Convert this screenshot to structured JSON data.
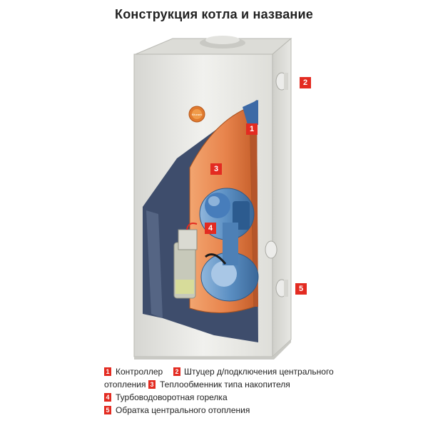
{
  "title": "Конструкция котла и название",
  "brand_logo": "Kiturami",
  "callouts": [
    {
      "number": "1"
    },
    {
      "number": "2"
    },
    {
      "number": "3"
    },
    {
      "number": "4"
    },
    {
      "number": "5"
    }
  ],
  "legend": [
    {
      "number": "1",
      "label": "Контроллер"
    },
    {
      "number": "2",
      "label": "Штуцер д/подключения центрального",
      "continuation": "отопления"
    },
    {
      "number": "3",
      "label": "Теплообменник типа накопителя"
    },
    {
      "number": "4",
      "label": "Турбоводоворотная горелка"
    },
    {
      "number": "5",
      "label": "Обратка центрального отопления"
    }
  ],
  "colors": {
    "accent_red": "#e32b21",
    "boiler_body": "#e9e9e6",
    "interior": "#3e4d6c",
    "exchanger_orange": "#e8844c",
    "burner_blue": "#5b8fc3"
  }
}
